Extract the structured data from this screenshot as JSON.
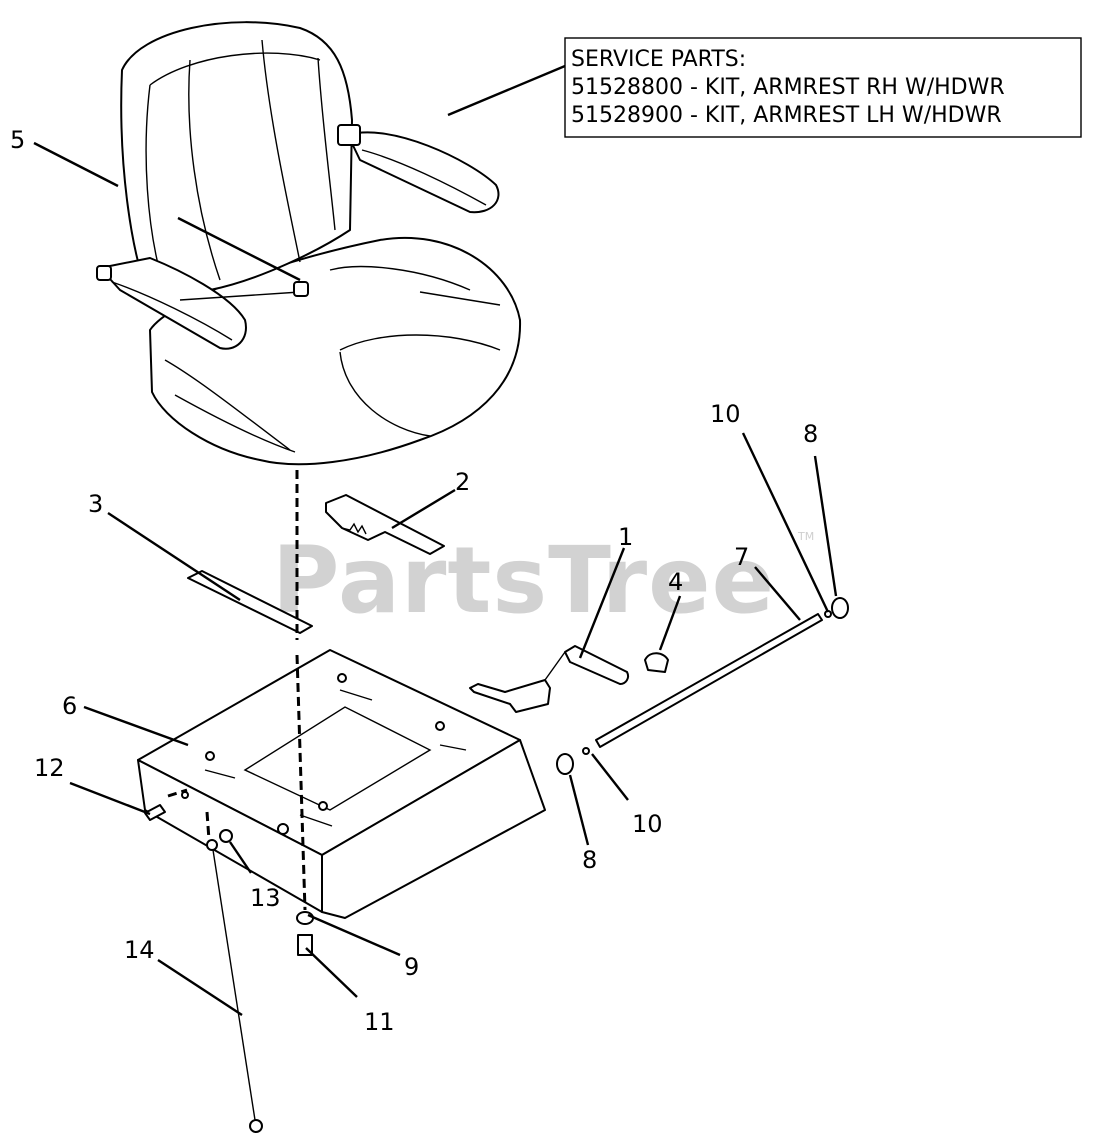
{
  "watermark": {
    "text": "PartsTree",
    "trademark": "TM"
  },
  "service_box": {
    "heading": "SERVICE PARTS:",
    "lines": [
      "51528800 - KIT, ARMREST RH W/HDWR",
      "51528900 - KIT, ARMREST LH W/HDWR"
    ]
  },
  "callouts": {
    "c1": "1",
    "c2": "2",
    "c3": "3",
    "c4": "4",
    "c5": "5",
    "c6": "6",
    "c7": "7",
    "c8a": "8",
    "c8b": "8",
    "c9": "9",
    "c10a": "10",
    "c10b": "10",
    "c11": "11",
    "c12": "12",
    "c13": "13",
    "c14": "14"
  }
}
